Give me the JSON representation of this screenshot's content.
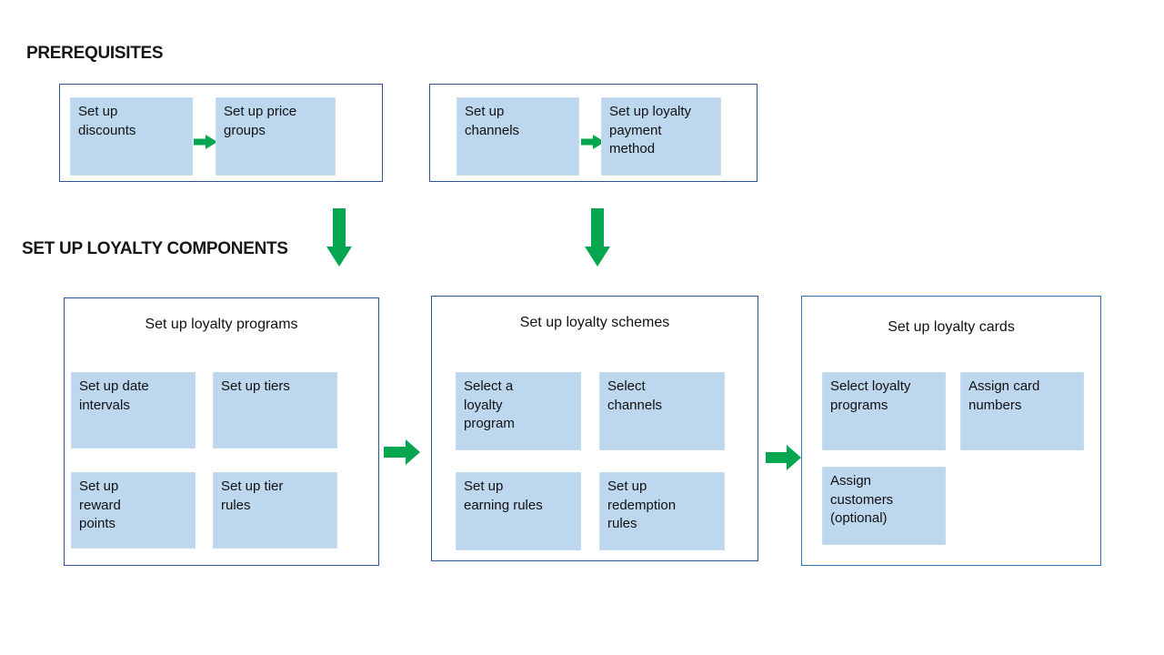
{
  "colors": {
    "box_fill": "#BDD7EE",
    "box_edge": "#cfe0ef",
    "container_border": "#2F5496",
    "cards_container_border": "#2E75B6",
    "arrow_green": "#04A64F",
    "text": "#1a1a1a"
  },
  "headings": {
    "prerequisites": "PREREQUISITES",
    "components": "SET UP LOYALTY COMPONENTS"
  },
  "prerequisites": {
    "group1": {
      "step1": "Set up\ndiscounts",
      "step2": "Set up price\ngroups"
    },
    "group2": {
      "step1": "Set up\nchannels",
      "step2": "Set up loyalty\npayment\nmethod"
    }
  },
  "programs": {
    "title": "Set up loyalty programs",
    "step1": "Set up date\nintervals",
    "step2": "Set up tiers",
    "step3": "Set up\nreward\npoints",
    "step4": "Set up tier\nrules"
  },
  "schemes": {
    "title": "Set up loyalty schemes",
    "step1": "Select a\nloyalty\nprogram",
    "step2": "Select\nchannels",
    "step3": "Set up\nearning rules",
    "step4": "Set up\nredemption\nrules"
  },
  "cards": {
    "title": "Set up loyalty cards",
    "step1": "Select loyalty\nprograms",
    "step2": "Assign card\nnumbers",
    "step3": "Assign\ncustomers\n(optional)"
  }
}
